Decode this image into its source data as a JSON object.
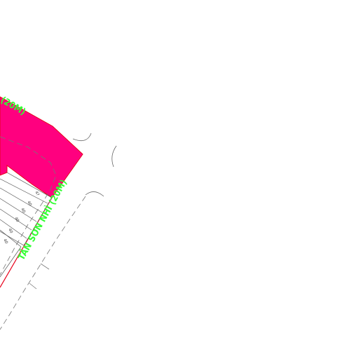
{
  "colors": {
    "background": "#ffffff",
    "zone_fill": "#ff007f",
    "zone_border": "#e8001a",
    "road_label": "#33ff33",
    "lot_line": "#555555",
    "dash_line": "#777777"
  },
  "roads": [
    {
      "label": "TÂN SƠN NHÌ (20M)"
    },
    {
      "label": "(20M)"
    }
  ],
  "lots": [
    {
      "number": "4?"
    },
    {
      "number": "40"
    },
    {
      "number": "40"
    },
    {
      "number": "40"
    },
    {
      "number": "40"
    },
    {
      "number": "40"
    }
  ]
}
